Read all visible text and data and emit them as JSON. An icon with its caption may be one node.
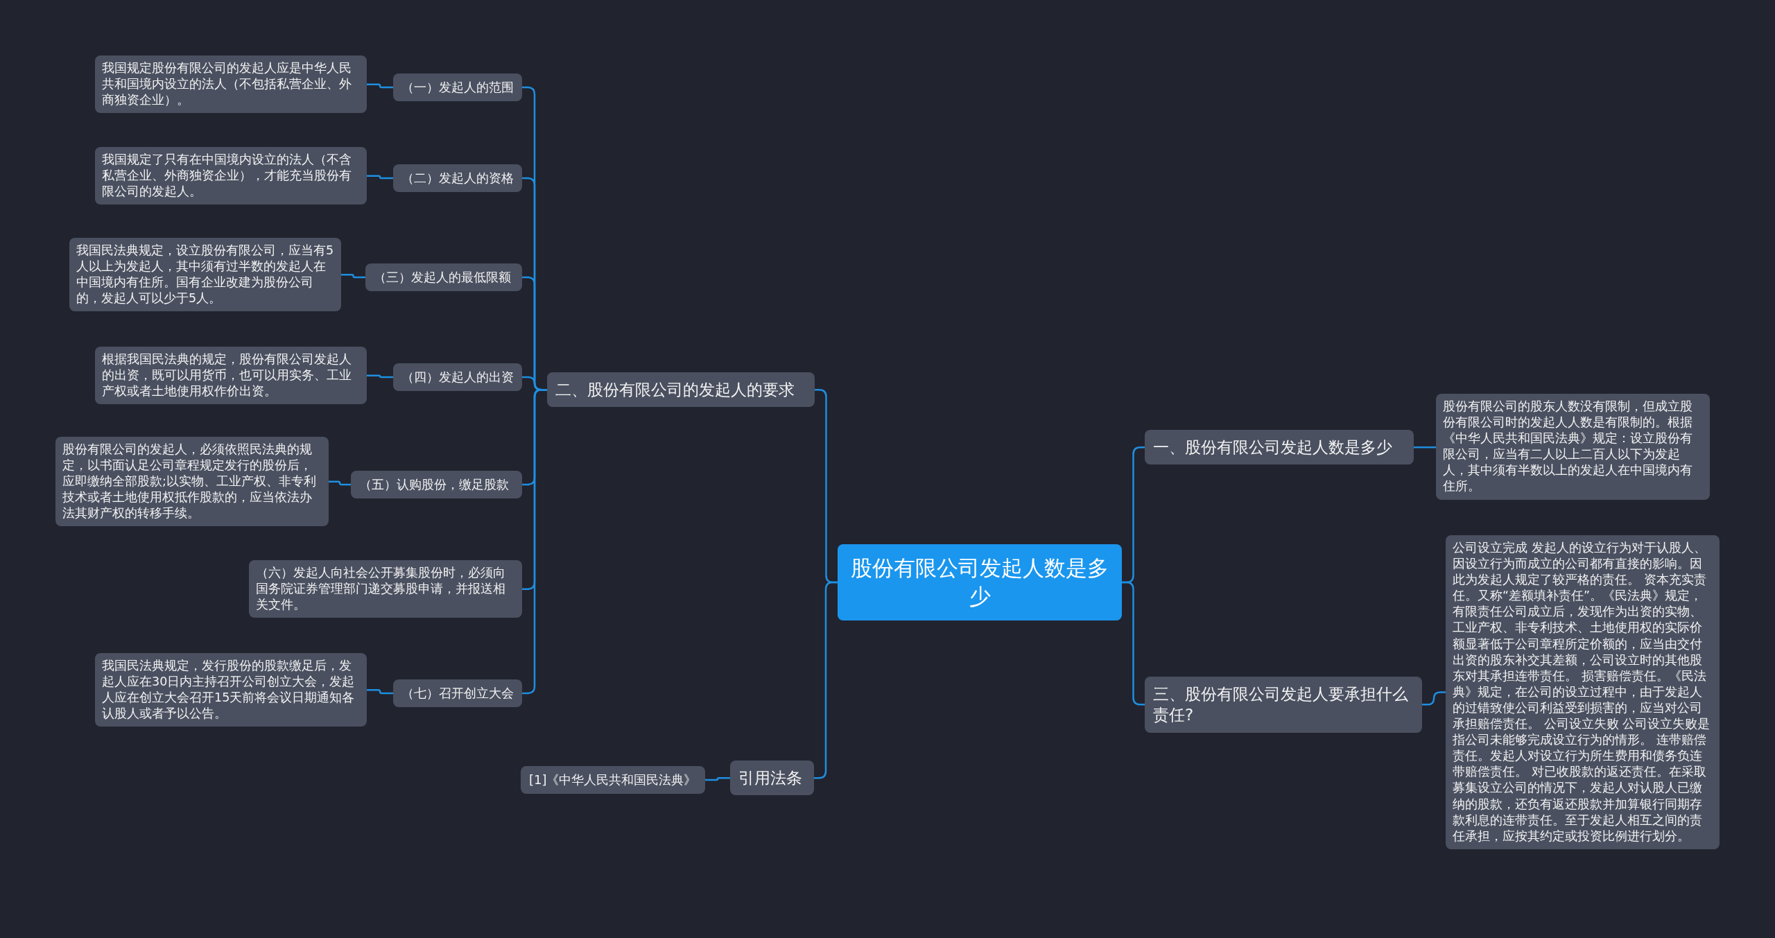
{
  "diagram": {
    "nodes": [
      {
        "text": [
          "股份有限公司发起人数是多少"
        ]
      },
      {
        "text": [
          "二、股份有限公司的发起人的要求"
        ]
      },
      {
        "text": [
          "（一）发起人的范围"
        ]
      },
      {
        "text": [
          "我国规定股份有限公司的发起人应是中华人民共和国境内设立的法人（不包括私营企业、外商独资企业）。"
        ]
      },
      {
        "text": [
          "（二）发起人的资格"
        ]
      },
      {
        "text": [
          "我国规定了只有在中国境内设立的法人（不含私营企业、外商独资企业），才能充当股份有限公司的发起人。"
        ]
      },
      {
        "text": [
          "（三）发起人的最低限额"
        ]
      },
      {
        "text": [
          "我国民法典规定，设立股份有限公司，应当有5人以上为发起人，其中须有过半数的发起人在中国境内有住所。国有企业改建为股份公司的，发起人可以少于5人。"
        ]
      },
      {
        "text": [
          "（四）发起人的出资"
        ]
      },
      {
        "text": [
          "根据我国民法典的规定，股份有限公司发起人的出资，既可以用货币，也可以用实务、工业产权或者土地使用权作价出资。"
        ]
      },
      {
        "text": [
          "（五）认购股份，缴足股款"
        ]
      },
      {
        "text": [
          "股份有限公司的发起人，必须依照民法典的规定，以书面认足公司章程规定发行的股份后，应即缴纳全部股款;以实物、工业产权、非专利技术或者土地使用权抵作股款的，应当依法办法其财产权的转移手续。"
        ]
      },
      {
        "text": [
          "（六）发起人向社会公开募集股份时，必须向国务院证券管理部门递交募股申请，并报送相关文件。"
        ]
      },
      {
        "text": [
          "（七）召开创立大会"
        ]
      },
      {
        "text": [
          "我国民法典规定，发行股份的股款缴足后，发起人应在30日内主持召开公司创立大会，发起人应在创立大会召开15天前将会议日期通知各认股人或者予以公告。"
        ]
      },
      {
        "text": [
          "引用法条"
        ]
      },
      {
        "text": [
          "[1]《中华人民共和国民法典》"
        ]
      },
      {
        "text": [
          "一、股份有限公司发起人数是多少"
        ]
      },
      {
        "text": [
          "股份有限公司的股东人数没有限制，但成立股份有限公司时的发起人人数是有限制的。根据《中华人民共和国民法典》规定：设立股份有限公司，应当有二人以上二百人以下为发起人，其中须有半数以上的发起人在中国境内有住所。"
        ]
      },
      {
        "text": [
          "三、股份有限公司发起人要承担什么责任?"
        ]
      },
      {
        "text": [
          "公司设立完成 发起人的设立行为对于认股人、因设立行为而成立的公司都有直接的影响。因此为发起人规定了较严格的责任。 资本充实责任。又称“差额填补责任”。《民法典》规定，有限责任公司成立后，发现作为出资的实物、工业产权、非专利技术、土地使用权的实际价额显著低于公司章程所定价额的，应当由交付出资的股东补交其差额，公司设立时的其他股东对其承担连带责任。 损害赔偿责任。《民法典》规定，在公司的设立过程中，由于发起人的过错致使公司利益受到损害的，应当对公司承担赔偿责任。 公司设立失败 公司设立失败是指公司未能够完成设立行为的情形。 连带赔偿责任。发起人对设立行为所生费用和债务负连带赔偿责任。 对已收股款的返还责任。在采取募集设立公司的情况下，发起人对认股人已缴纳的股款，还负有返还股款并加算银行同期存款利息的连带责任。至于发起人相互之间的责任承担，应按其约定或投资比例进行划分。"
        ]
      }
    ],
    "edges": [
      {
        "from": 0,
        "to": 1,
        "arrow": "none"
      },
      {
        "from": 1,
        "to": 2,
        "arrow": "none"
      },
      {
        "from": 2,
        "to": 3,
        "arrow": "none"
      },
      {
        "from": 1,
        "to": 4,
        "arrow": "none"
      },
      {
        "from": 4,
        "to": 5,
        "arrow": "none"
      },
      {
        "from": 1,
        "to": 6,
        "arrow": "none"
      },
      {
        "from": 6,
        "to": 7,
        "arrow": "none"
      },
      {
        "from": 1,
        "to": 8,
        "arrow": "none"
      },
      {
        "from": 8,
        "to": 9,
        "arrow": "none"
      },
      {
        "from": 1,
        "to": 10,
        "arrow": "none"
      },
      {
        "from": 10,
        "to": 11,
        "arrow": "none"
      },
      {
        "from": 1,
        "to": 12,
        "arrow": "none"
      },
      {
        "from": 1,
        "to": 13,
        "arrow": "none"
      },
      {
        "from": 13,
        "to": 14,
        "arrow": "none"
      },
      {
        "from": 0,
        "to": 15,
        "arrow": "none"
      },
      {
        "from": 15,
        "to": 16,
        "arrow": "none"
      },
      {
        "from": 0,
        "to": 17,
        "arrow": "none"
      },
      {
        "from": 17,
        "to": 18,
        "arrow": "none"
      },
      {
        "from": 0,
        "to": 19,
        "arrow": "none"
      },
      {
        "from": 19,
        "to": 20,
        "arrow": "none"
      }
    ]
  }
}
